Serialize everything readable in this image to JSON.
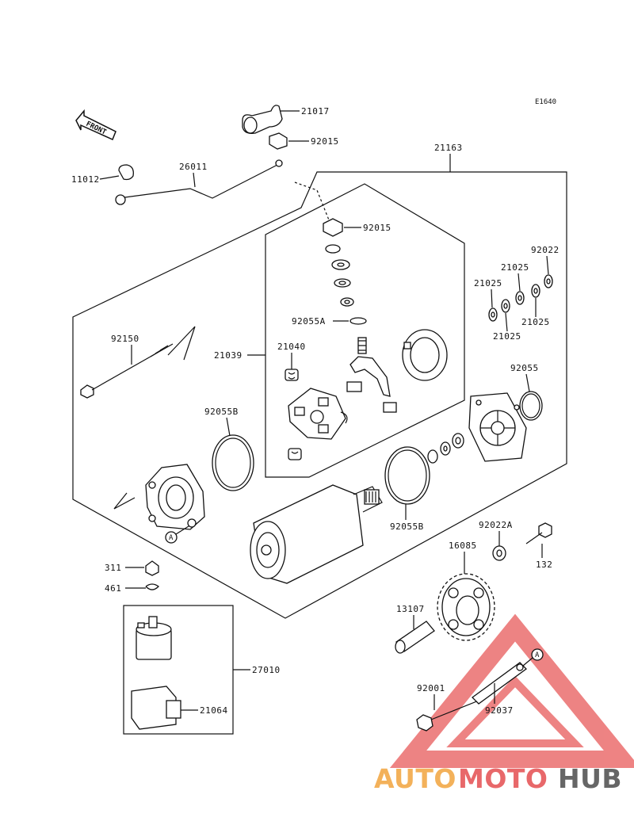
{
  "diagram": {
    "code": "E1640",
    "front_label": "FRONT",
    "callout_letter": "A",
    "labels": {
      "p21017": "21017",
      "p92015a": "92015",
      "p21163": "21163",
      "p11012": "11012",
      "p26011": "26011",
      "p92015b": "92015",
      "p92022": "92022",
      "p21025a": "21025",
      "p21025b": "21025",
      "p21025c": "21025",
      "p21025d": "21025",
      "p92055a": "92055A",
      "p92150": "92150",
      "p21040": "21040",
      "p21039": "21039",
      "p92055": "92055",
      "p92055b1": "92055B",
      "p92055b2": "92055B",
      "p92022a": "92022A",
      "p16085": "16085",
      "p132": "132",
      "p311": "311",
      "p461": "461",
      "p13107": "13107",
      "p27010": "27010",
      "p21064": "21064",
      "p92001": "92001",
      "p92037": "92037"
    }
  },
  "watermark": {
    "part1": "AUTO",
    "part2": "MOTO",
    "part3": "HUB",
    "colors": {
      "auto": "#f3b15a",
      "moto": "#e8686a",
      "hub": "#666666",
      "triangle": "#e85a5a"
    }
  }
}
